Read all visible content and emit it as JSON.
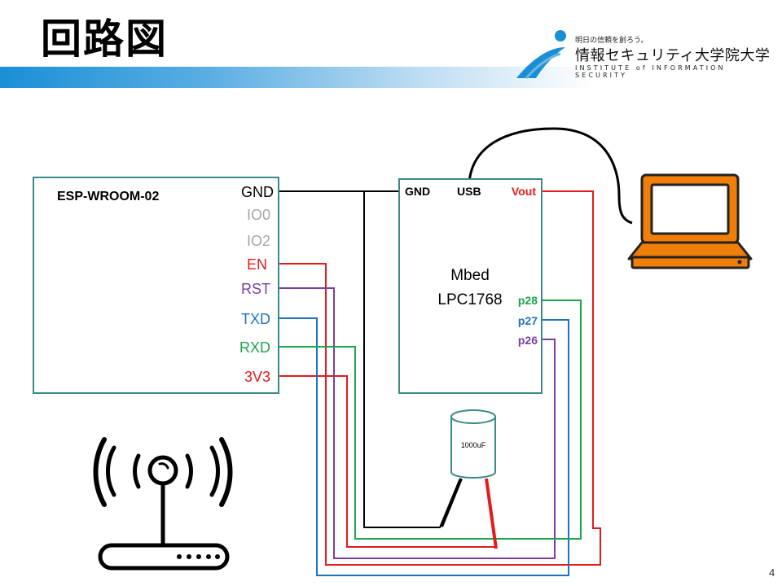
{
  "slide": {
    "title": "回路図",
    "page_number": "4"
  },
  "logo": {
    "tagline": "明日の信頼を創ろう。",
    "name": "情報セキュリティ大学院大学",
    "english": "INSTITUTE of INFORMATION SECURITY",
    "accent_color": "#1a8fd6"
  },
  "esp": {
    "name": "ESP-WROOM-02",
    "pins": {
      "gnd": "GND",
      "io0": "IO0",
      "io2": "IO2",
      "en": "EN",
      "rst": "RST",
      "txd": "TXD",
      "rxd": "RXD",
      "v3": "3V3"
    }
  },
  "mbed": {
    "name_line1": "Mbed",
    "name_line2": "LPC1768",
    "pins": {
      "gnd": "GND",
      "usb": "USB",
      "vout": "Vout",
      "p28": "p28",
      "p27": "p27",
      "p26": "p26"
    }
  },
  "capacitor": {
    "label": "1000uF"
  },
  "colors": {
    "box_border": "#3a8a8a",
    "gnd_wire": "#000000",
    "red_wire": "#e31b1b",
    "purple_wire": "#7b3fa0",
    "blue_wire": "#1f73bd",
    "green_wire": "#1aa54e",
    "gray_text": "#a6a6a6",
    "laptop_orange": "#f07f09"
  }
}
